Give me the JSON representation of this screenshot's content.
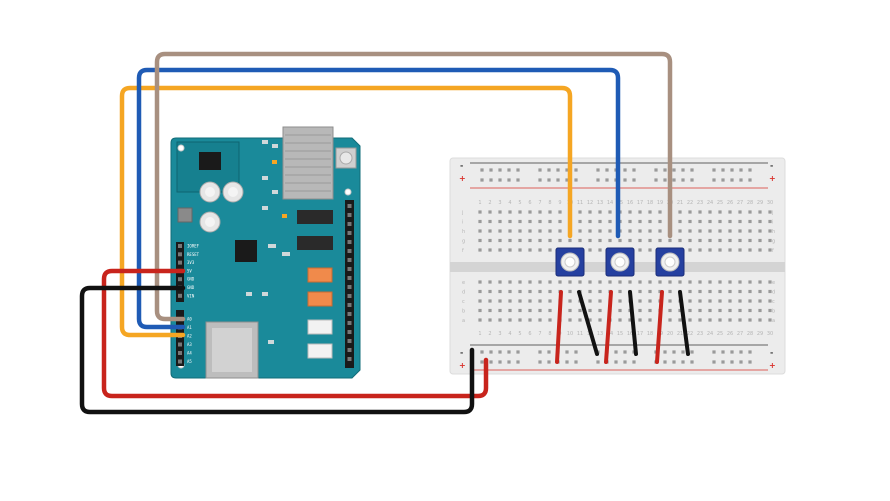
{
  "colors": {
    "board": "#1a8a9a",
    "board_dark": "#126c78",
    "wire_yellow": "#f5a623",
    "wire_blue": "#1f5bb5",
    "wire_tan": "#a89080",
    "wire_red": "#c8241c",
    "wire_black": "#111111",
    "breadboard": "#ececec",
    "rail_red": "#d9302a",
    "rail_dark": "#333333",
    "pot_blue": "#2540a0"
  },
  "arduino": {
    "power_pins": [
      "IOREF",
      "RESET",
      "3V3",
      "5V",
      "GND",
      "GND",
      "VIN"
    ],
    "analog_pins": [
      "A0",
      "A1",
      "A2",
      "A3",
      "A4",
      "A5"
    ]
  },
  "breadboard": {
    "row_letters_top": [
      "j",
      "i",
      "h",
      "g",
      "f"
    ],
    "row_letters_bottom": [
      "e",
      "d",
      "c",
      "b",
      "a"
    ],
    "column_numbers": [
      "1",
      "2",
      "3",
      "4",
      "5",
      "6",
      "7",
      "8",
      "9",
      "10",
      "11",
      "12",
      "13",
      "14",
      "15",
      "16",
      "17",
      "18",
      "19",
      "20",
      "21",
      "22",
      "23",
      "24",
      "25",
      "26",
      "27",
      "28",
      "29",
      "30"
    ],
    "rail_plus": "+",
    "rail_minus": "-"
  }
}
